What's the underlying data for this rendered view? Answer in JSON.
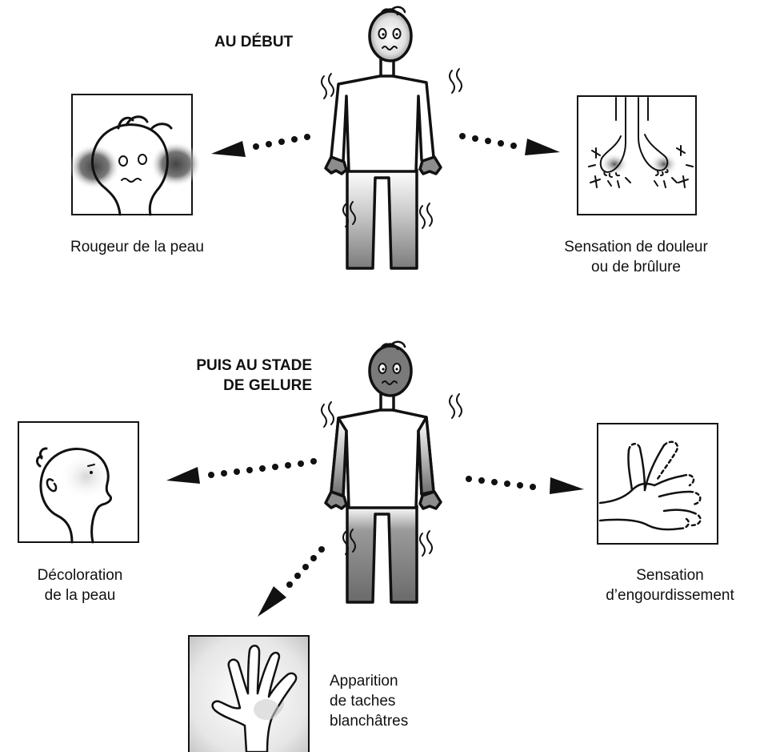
{
  "stage1": {
    "heading": "AU DÉBUT",
    "left_caption": "Rougeur de la peau",
    "right_caption": [
      "Sensation de douleur",
      "ou de brûlure"
    ]
  },
  "stage2": {
    "heading": [
      "PUIS AU STADE",
      "DE GELURE"
    ],
    "left_caption": [
      "Décoloration",
      "de la peau"
    ],
    "right_caption": [
      "Sensation",
      "d’engourdissement"
    ],
    "bottom_caption": [
      "Apparition",
      "de taches",
      "blanchâtres"
    ]
  },
  "colors": {
    "ink": "#111111",
    "body_shade": "#8c8c8c",
    "head_fill_stage2": "#7a7a7a",
    "red_shade": "#6e6e6e"
  }
}
